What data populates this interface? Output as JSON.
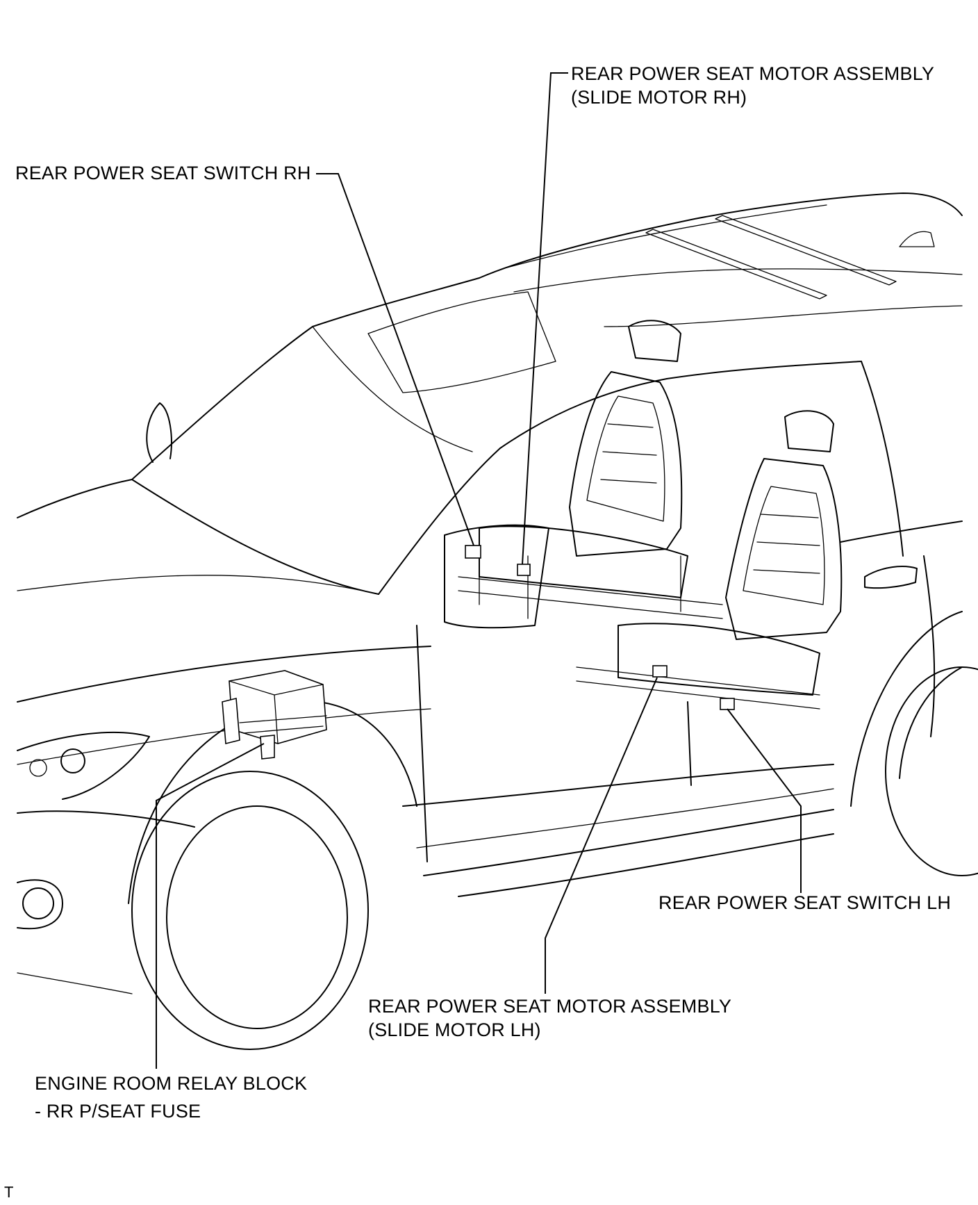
{
  "labels": {
    "slide_motor_rh": {
      "line1": "REAR POWER SEAT MOTOR ASSEMBLY",
      "line2": "(SLIDE MOTOR RH)"
    },
    "switch_rh": "REAR POWER SEAT SWITCH RH",
    "switch_lh": "REAR POWER SEAT SWITCH LH",
    "slide_motor_lh": {
      "line1": "REAR POWER SEAT MOTOR ASSEMBLY",
      "line2": "(SLIDE MOTOR LH)"
    },
    "relay_block": {
      "line1": "ENGINE ROOM RELAY BLOCK",
      "line2": "- RR P/SEAT FUSE"
    },
    "corner_mark": "T"
  }
}
